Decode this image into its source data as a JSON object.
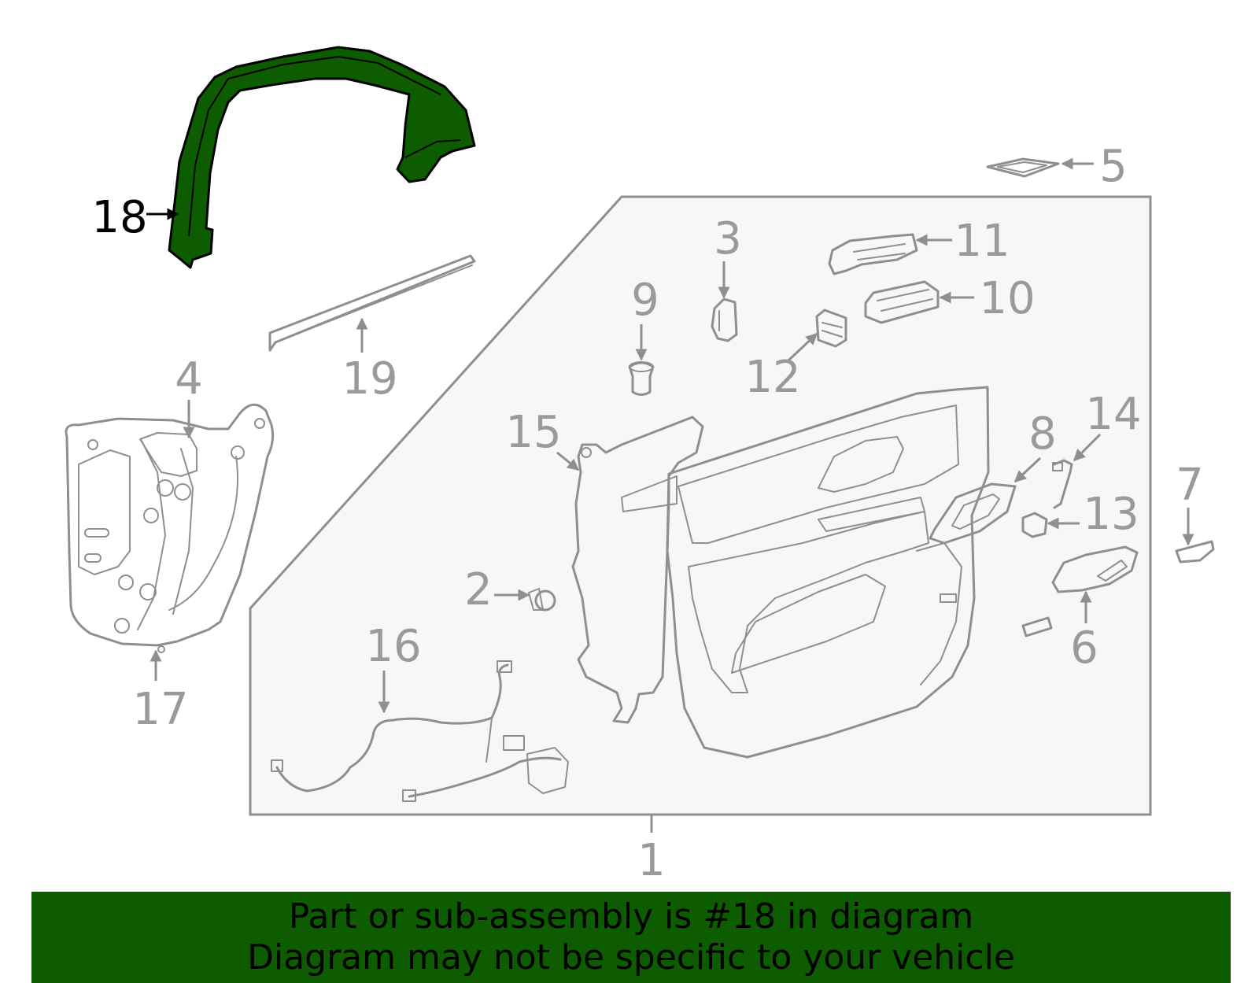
{
  "colors": {
    "highlight": "#0d5c00",
    "line": "#8f8f8f",
    "highlight_label": "#000000",
    "panel": "#f7f7f7"
  },
  "callouts": [
    {
      "id": "1",
      "label": "1"
    },
    {
      "id": "2",
      "label": "2"
    },
    {
      "id": "3",
      "label": "3"
    },
    {
      "id": "4",
      "label": "4"
    },
    {
      "id": "5",
      "label": "5"
    },
    {
      "id": "6",
      "label": "6"
    },
    {
      "id": "7",
      "label": "7"
    },
    {
      "id": "8",
      "label": "8"
    },
    {
      "id": "9",
      "label": "9"
    },
    {
      "id": "10",
      "label": "10"
    },
    {
      "id": "11",
      "label": "11"
    },
    {
      "id": "12",
      "label": "12"
    },
    {
      "id": "13",
      "label": "13"
    },
    {
      "id": "14",
      "label": "14"
    },
    {
      "id": "15",
      "label": "15"
    },
    {
      "id": "16",
      "label": "16"
    },
    {
      "id": "17",
      "label": "17"
    },
    {
      "id": "18",
      "label": "18",
      "highlighted": true
    },
    {
      "id": "19",
      "label": "19"
    }
  ],
  "banner": {
    "line1": "Part or sub-assembly is #18 in diagram",
    "line2": "Diagram may not be specific to your vehicle"
  }
}
